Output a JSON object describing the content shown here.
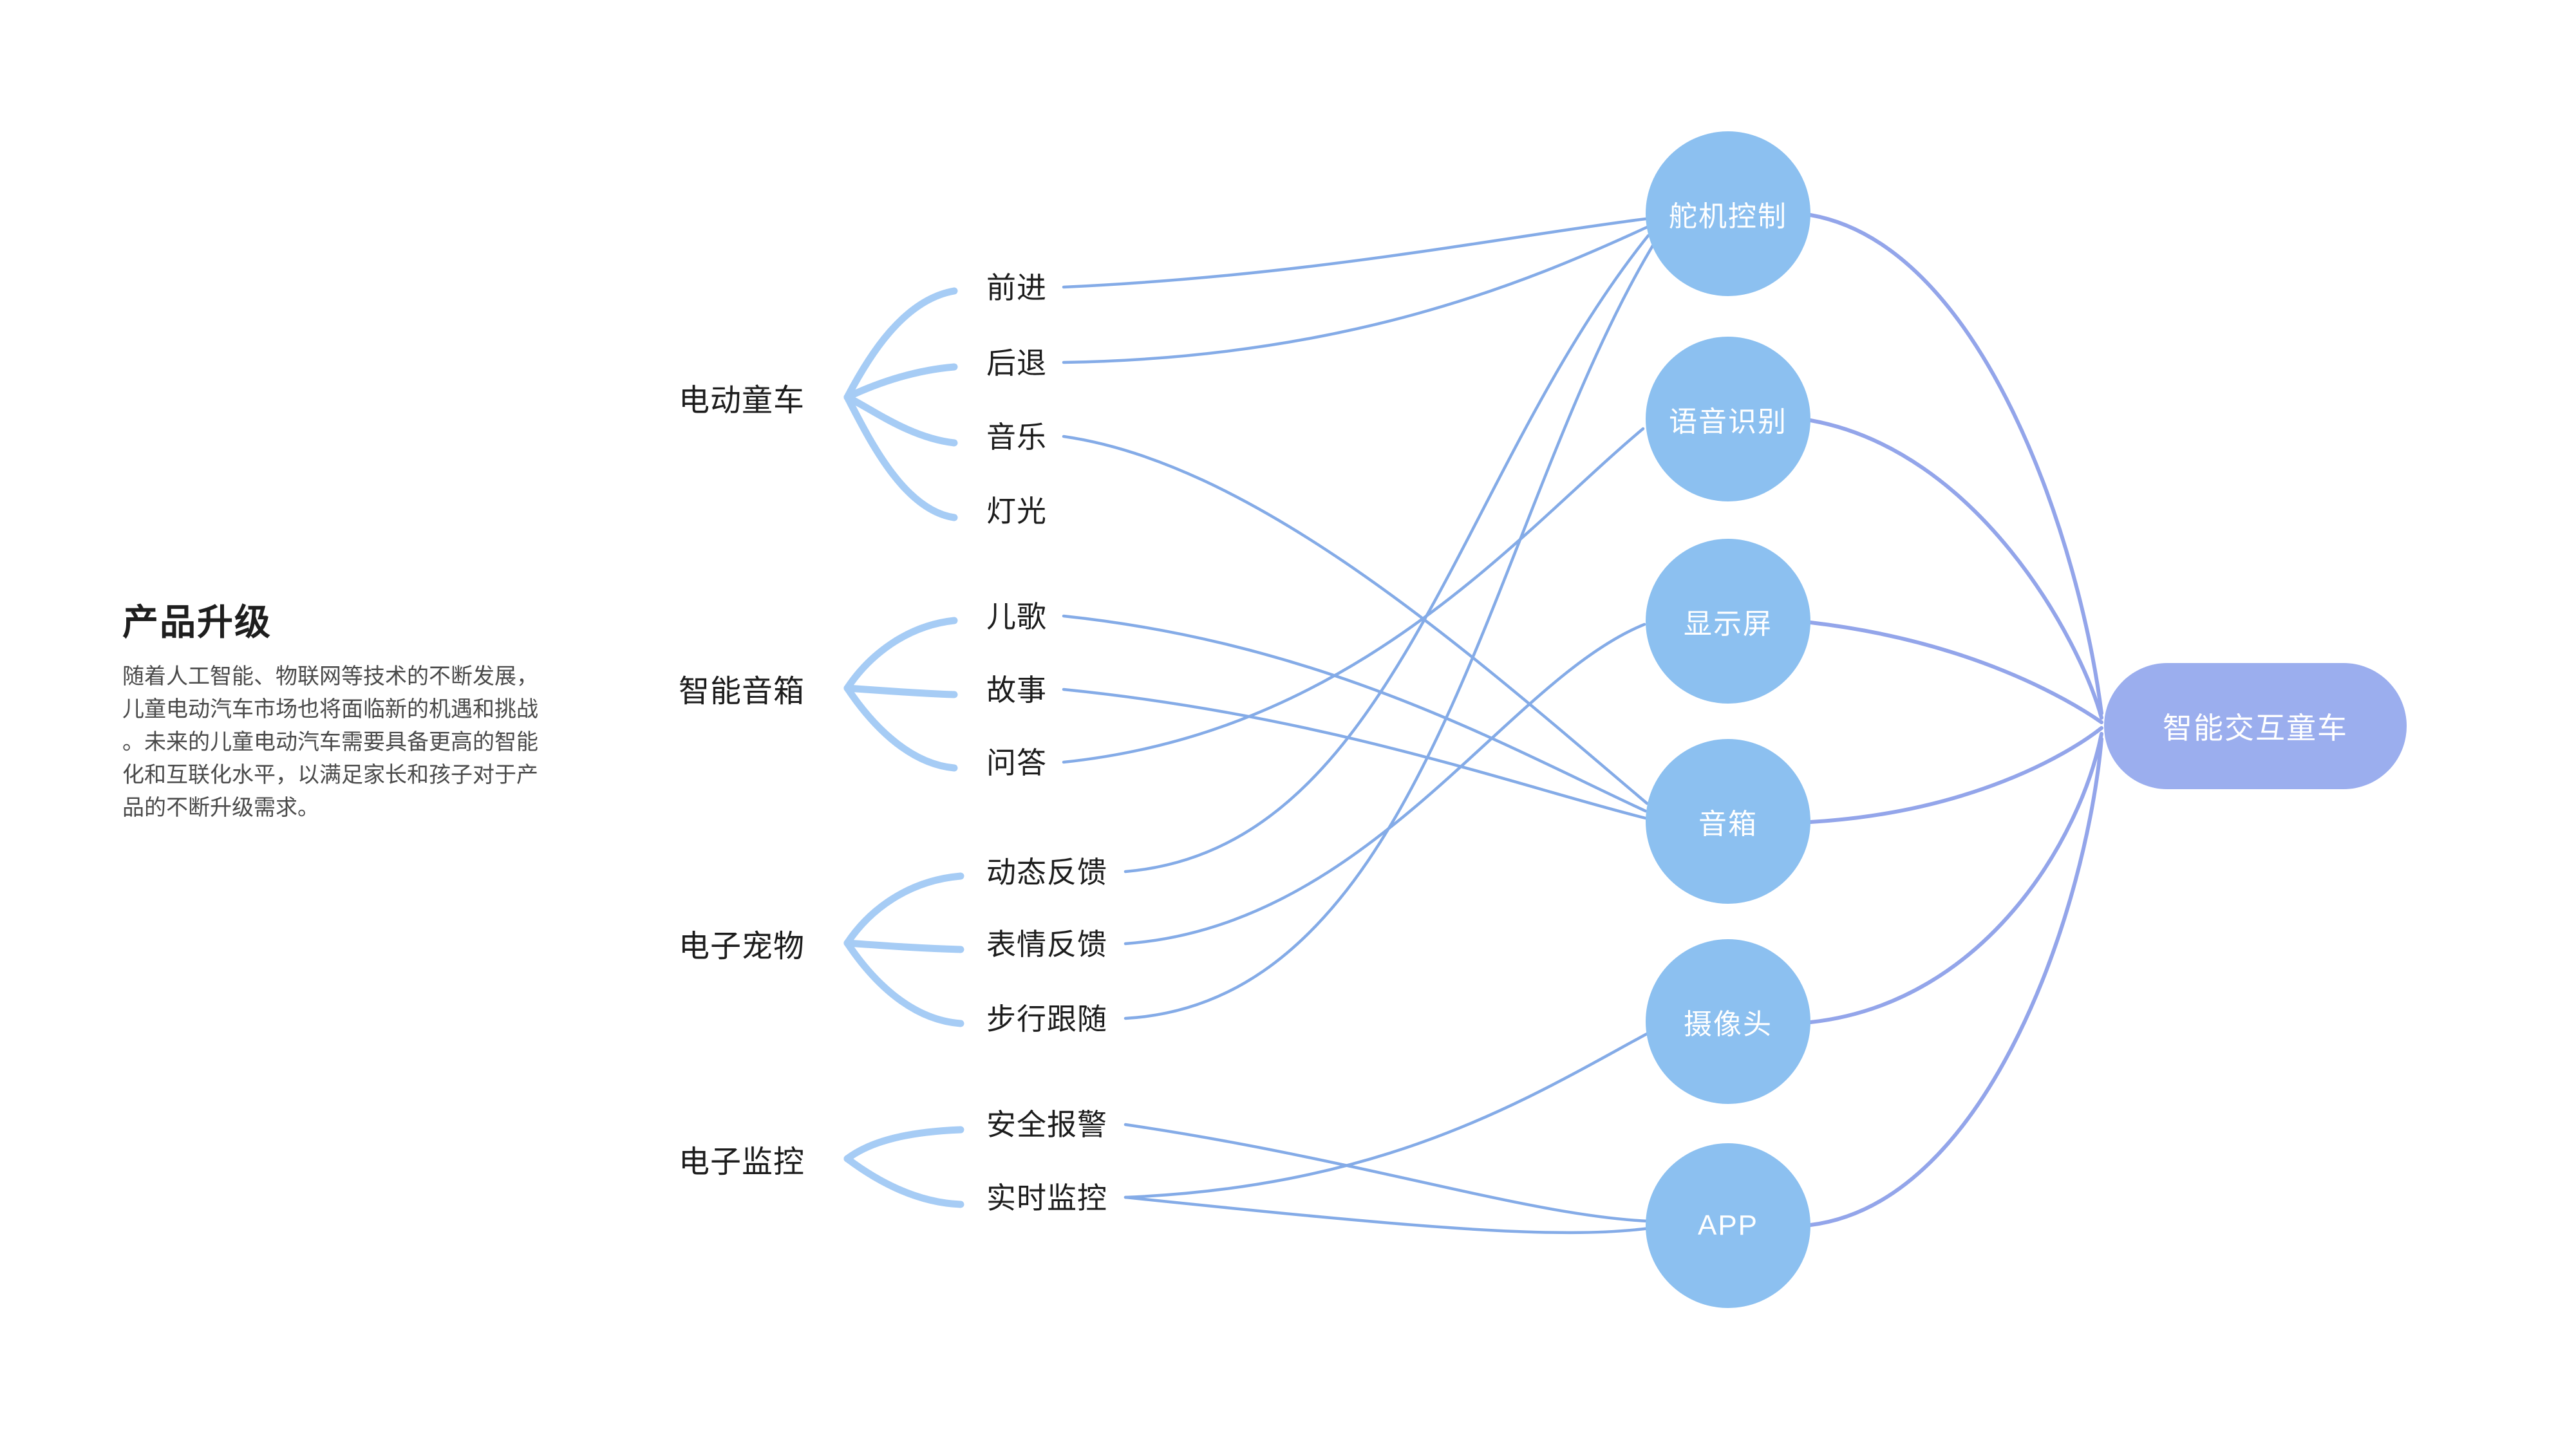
{
  "intro": {
    "title": "产品升级",
    "paragraph": "随着人工智能、物联网等技术的不断发展，儿童电动汽车市场也将面临新的机遇和挑战。未来的儿童电动汽车需要具备更高的智能化和互联化水平，以满足家长和孩子对于产品的不断升级需求。"
  },
  "mindmap": {
    "categories": [
      {
        "label": "电动童车",
        "children": [
          "前进",
          "后退",
          "音乐",
          "灯光"
        ]
      },
      {
        "label": "智能音箱",
        "children": [
          "儿歌",
          "故事",
          "问答"
        ]
      },
      {
        "label": "电子宠物",
        "children": [
          "动态反馈",
          "表情反馈",
          "步行跟随"
        ]
      },
      {
        "label": "电子监控",
        "children": [
          "安全报警",
          "实时监控"
        ]
      }
    ],
    "components": [
      "舵机控制",
      "语音识别",
      "显示屏",
      "音箱",
      "摄像头",
      "APP"
    ],
    "target": "智能交互童车",
    "links": [
      {
        "from": "前进",
        "to": "舵机控制"
      },
      {
        "from": "后退",
        "to": "舵机控制"
      },
      {
        "from": "音乐",
        "to": "音箱"
      },
      {
        "from": "儿歌",
        "to": "音箱"
      },
      {
        "from": "故事",
        "to": "音箱"
      },
      {
        "from": "问答",
        "to": "语音识别"
      },
      {
        "from": "动态反馈",
        "to": "舵机控制"
      },
      {
        "from": "表情反馈",
        "to": "显示屏"
      },
      {
        "from": "步行跟随",
        "to": "舵机控制"
      },
      {
        "from": "安全报警",
        "to": "APP"
      },
      {
        "from": "实时监控",
        "to": "摄像头"
      },
      {
        "from": "实时监控",
        "to": "APP"
      },
      {
        "from": "舵机控制",
        "to": "智能交互童车"
      },
      {
        "from": "语音识别",
        "to": "智能交互童车"
      },
      {
        "from": "显示屏",
        "to": "智能交互童车"
      },
      {
        "from": "音箱",
        "to": "智能交互童车"
      },
      {
        "from": "摄像头",
        "to": "智能交互童车"
      },
      {
        "from": "APP",
        "to": "智能交互童车"
      }
    ]
  },
  "colors": {
    "component_fill": "#8cc0f0",
    "target_fill": "#9baeee",
    "branch_line": "#a6ccf5",
    "link_line": "#84abe7",
    "target_link_line": "#93a5ea",
    "node_text": "#ffffff",
    "label_text": "#1c1c1c",
    "paragraph_text": "#4a4a4a",
    "background": "#ffffff"
  }
}
